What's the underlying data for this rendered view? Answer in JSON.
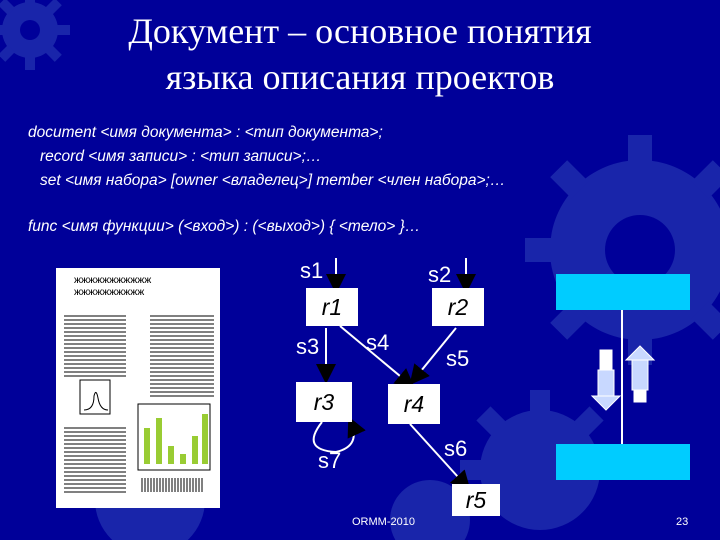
{
  "slide": {
    "title_line1": "Документ – основное понятия",
    "title_line2": "языка описания проектов",
    "lines": [
      "document <имя документа> : <тип документа>;",
      "record <имя записи> : <тип записи>;…",
      "set <имя набора> [owner <владелец>] member <член набора>;…",
      "func <имя функции> (<вход>) : (<выход>) { <тело> }…"
    ]
  },
  "document_sketch": {
    "header_line1": "жжжжжжжжжжж",
    "header_line2": "жжжжжжжжжж"
  },
  "graph": {
    "labels": {
      "s1": "s1",
      "s2": "s2",
      "s3": "s3",
      "s4": "s4",
      "s5": "s5",
      "s6": "s6",
      "s7": "s7"
    },
    "records": {
      "r1": "r1",
      "r2": "r2",
      "r3": "r3",
      "r4": "r4",
      "r5": "r5"
    }
  },
  "footer": {
    "center": "ORMM-2010",
    "page": "23"
  },
  "colors": {
    "background": "#000099",
    "box_cyan": "#00ccff",
    "bar_green": "#99cc33",
    "gear": "#3b50c8"
  }
}
